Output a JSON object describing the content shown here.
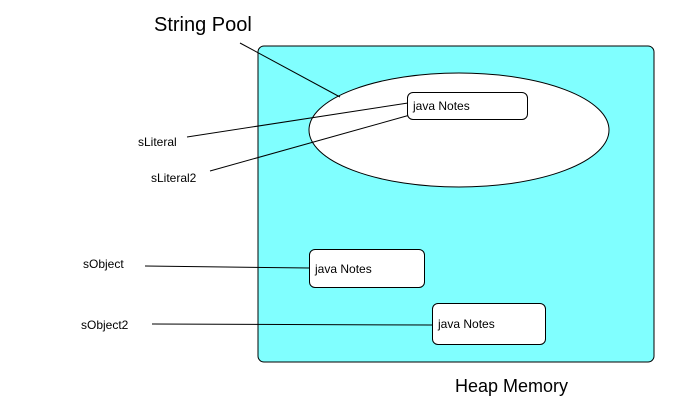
{
  "diagram": {
    "string_pool_label": "String Pool",
    "heap_memory_label": "Heap Memory",
    "references": {
      "s_literal": "sLiteral",
      "s_literal2": "sLiteral2",
      "s_object": "sObject",
      "s_object2": "sObject2"
    },
    "objects": {
      "pool_object": "java Notes",
      "heap_object_1": "java Notes",
      "heap_object_2": "java Notes"
    },
    "colors": {
      "heap_fill": "#80ffff",
      "pool_fill": "#ffffff",
      "stroke": "#000000"
    }
  }
}
